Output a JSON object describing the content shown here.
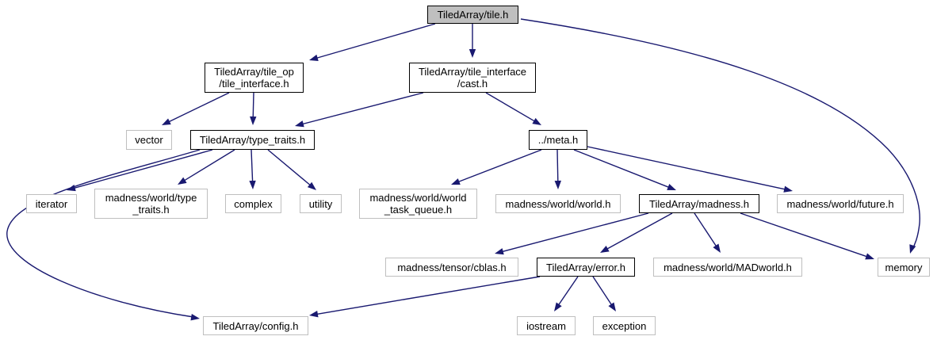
{
  "diagram": {
    "type": "include-dependency-graph",
    "root_label": "TiledArray/tile.h",
    "colors": {
      "edge": "#191970",
      "main_node_fill": "#bfbfbf",
      "node_fill": "#ffffff",
      "internal_border": "#000000",
      "external_border": "#bfbfbf",
      "text": "#000000",
      "background": "#ffffff"
    },
    "nodes": [
      {
        "id": "tile_h",
        "label": "TiledArray/tile.h",
        "kind": "main"
      },
      {
        "id": "tile_op",
        "label": "TiledArray/tile_op\n/tile_interface.h",
        "kind": "internal"
      },
      {
        "id": "cast",
        "label": "TiledArray/tile_interface\n/cast.h",
        "kind": "internal"
      },
      {
        "id": "vector",
        "label": "vector",
        "kind": "external"
      },
      {
        "id": "type_traits",
        "label": "TiledArray/type_traits.h",
        "kind": "internal"
      },
      {
        "id": "meta",
        "label": "../meta.h",
        "kind": "internal"
      },
      {
        "id": "iterator",
        "label": "iterator",
        "kind": "external"
      },
      {
        "id": "mw_type_traits",
        "label": "madness/world/type\n_traits.h",
        "kind": "external"
      },
      {
        "id": "complex",
        "label": "complex",
        "kind": "external"
      },
      {
        "id": "utility",
        "label": "utility",
        "kind": "external"
      },
      {
        "id": "wtq",
        "label": "madness/world/world\n_task_queue.h",
        "kind": "external"
      },
      {
        "id": "world",
        "label": "madness/world/world.h",
        "kind": "external"
      },
      {
        "id": "ta_madness",
        "label": "TiledArray/madness.h",
        "kind": "internal"
      },
      {
        "id": "future",
        "label": "madness/world/future.h",
        "kind": "external"
      },
      {
        "id": "cblas",
        "label": "madness/tensor/cblas.h",
        "kind": "external"
      },
      {
        "id": "error",
        "label": "TiledArray/error.h",
        "kind": "internal"
      },
      {
        "id": "madworld",
        "label": "madness/world/MADworld.h",
        "kind": "external"
      },
      {
        "id": "memory",
        "label": "memory",
        "kind": "external"
      },
      {
        "id": "config",
        "label": "TiledArray/config.h",
        "kind": "external"
      },
      {
        "id": "iostream",
        "label": "iostream",
        "kind": "external"
      },
      {
        "id": "exception",
        "label": "exception",
        "kind": "external"
      }
    ],
    "edges": [
      {
        "from": "tile_h",
        "to": "tile_op"
      },
      {
        "from": "tile_h",
        "to": "cast"
      },
      {
        "from": "tile_h",
        "to": "memory"
      },
      {
        "from": "tile_op",
        "to": "vector"
      },
      {
        "from": "tile_op",
        "to": "type_traits"
      },
      {
        "from": "cast",
        "to": "type_traits"
      },
      {
        "from": "cast",
        "to": "meta"
      },
      {
        "from": "type_traits",
        "to": "iterator"
      },
      {
        "from": "type_traits",
        "to": "mw_type_traits"
      },
      {
        "from": "type_traits",
        "to": "complex"
      },
      {
        "from": "type_traits",
        "to": "utility"
      },
      {
        "from": "type_traits",
        "to": "config"
      },
      {
        "from": "meta",
        "to": "wtq"
      },
      {
        "from": "meta",
        "to": "world"
      },
      {
        "from": "meta",
        "to": "ta_madness"
      },
      {
        "from": "meta",
        "to": "future"
      },
      {
        "from": "ta_madness",
        "to": "cblas"
      },
      {
        "from": "ta_madness",
        "to": "error"
      },
      {
        "from": "ta_madness",
        "to": "madworld"
      },
      {
        "from": "ta_madness",
        "to": "memory"
      },
      {
        "from": "error",
        "to": "iostream"
      },
      {
        "from": "error",
        "to": "exception"
      },
      {
        "from": "error",
        "to": "config"
      }
    ]
  }
}
